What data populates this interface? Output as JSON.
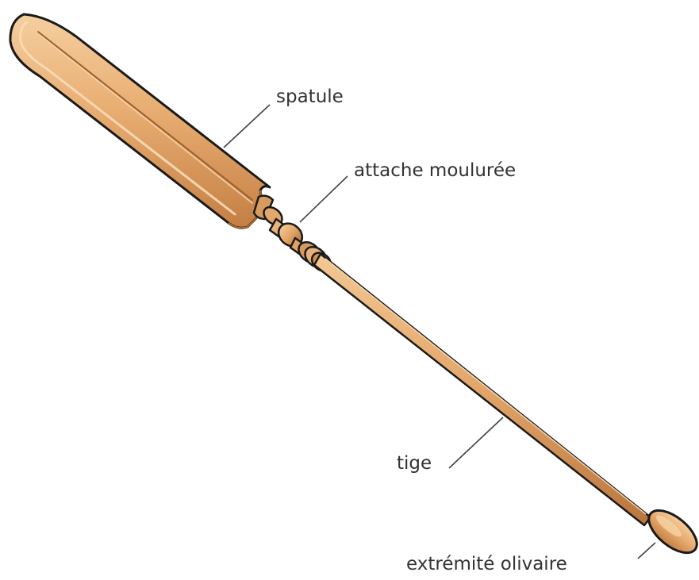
{
  "labels": {
    "spatule": "spatule",
    "attache": "attache moulurée",
    "tige": "tige",
    "extremite": "extrémité olivaire"
  },
  "colors": {
    "wood_light": "#efc08a",
    "wood_mid": "#e0a066",
    "wood_dark": "#b8733a",
    "outline": "#1a1a1a",
    "leader": "#444444",
    "text": "#333333"
  }
}
